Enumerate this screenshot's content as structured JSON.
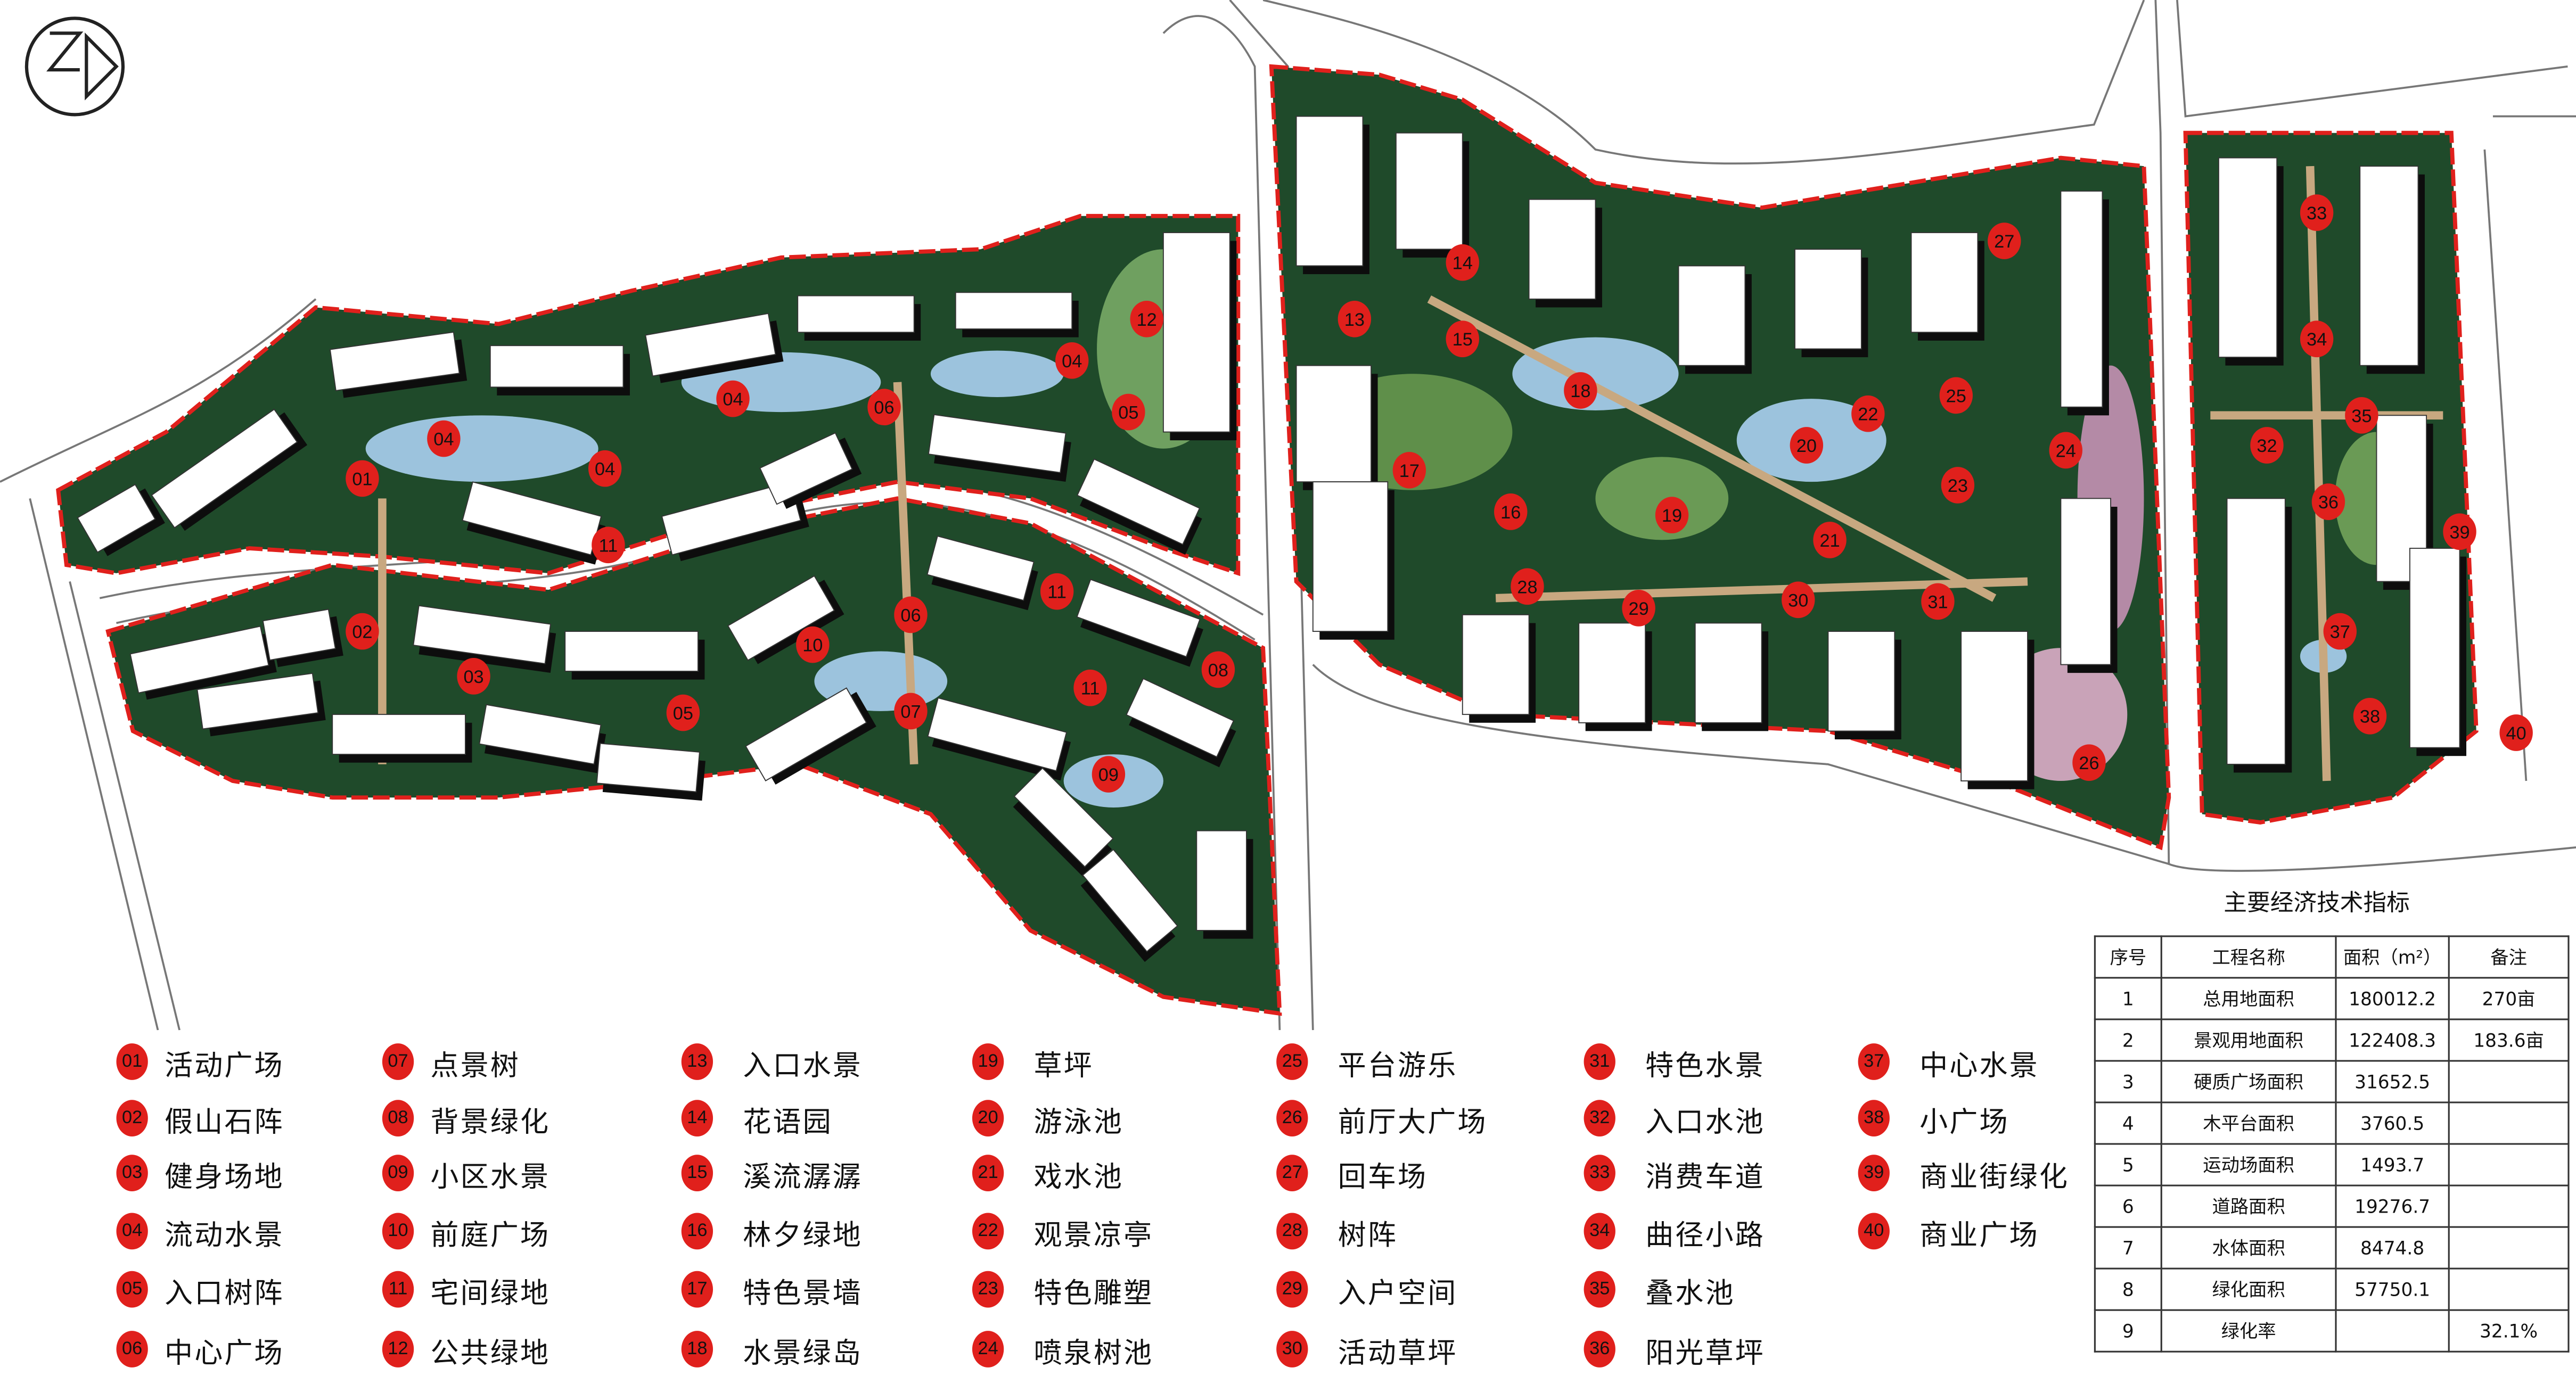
{
  "map": {
    "markers": [
      "01",
      "02",
      "03",
      "04",
      "04",
      "04",
      "04",
      "05",
      "05",
      "06",
      "06",
      "07",
      "08",
      "09",
      "10",
      "11",
      "11",
      "11",
      "12",
      "13",
      "14",
      "15",
      "16",
      "17",
      "18",
      "19",
      "20",
      "21",
      "22",
      "23",
      "24",
      "25",
      "26",
      "27",
      "28",
      "29",
      "30",
      "31",
      "32",
      "33",
      "34",
      "35",
      "36",
      "37",
      "38",
      "39",
      "40"
    ],
    "colors": {
      "marker": "#e0201c",
      "boundary": "#e0201c",
      "green": "#1f4a2a",
      "water": "#9cc3dd",
      "building": "#ffffff"
    }
  },
  "legend": [
    {
      "num": "01",
      "label": "活动广场"
    },
    {
      "num": "02",
      "label": "假山石阵"
    },
    {
      "num": "03",
      "label": "健身场地"
    },
    {
      "num": "04",
      "label": "流动水景"
    },
    {
      "num": "05",
      "label": "入口树阵"
    },
    {
      "num": "06",
      "label": "中心广场"
    },
    {
      "num": "07",
      "label": "点景树"
    },
    {
      "num": "08",
      "label": "背景绿化"
    },
    {
      "num": "09",
      "label": "小区水景"
    },
    {
      "num": "10",
      "label": "前庭广场"
    },
    {
      "num": "11",
      "label": "宅间绿地"
    },
    {
      "num": "12",
      "label": "公共绿地"
    },
    {
      "num": "13",
      "label": "入口水景"
    },
    {
      "num": "14",
      "label": "花语园"
    },
    {
      "num": "15",
      "label": "溪流潺潺"
    },
    {
      "num": "16",
      "label": "林夕绿地"
    },
    {
      "num": "17",
      "label": "特色景墙"
    },
    {
      "num": "18",
      "label": "水景绿岛"
    },
    {
      "num": "19",
      "label": "草坪"
    },
    {
      "num": "20",
      "label": "游泳池"
    },
    {
      "num": "21",
      "label": "戏水池"
    },
    {
      "num": "22",
      "label": "观景凉亭"
    },
    {
      "num": "23",
      "label": "特色雕塑"
    },
    {
      "num": "24",
      "label": "喷泉树池"
    },
    {
      "num": "25",
      "label": "平台游乐"
    },
    {
      "num": "26",
      "label": "前厅大广场"
    },
    {
      "num": "27",
      "label": "回车场"
    },
    {
      "num": "28",
      "label": "树阵"
    },
    {
      "num": "29",
      "label": "入户空间"
    },
    {
      "num": "30",
      "label": "活动草坪"
    },
    {
      "num": "31",
      "label": "特色水景"
    },
    {
      "num": "32",
      "label": "入口水池"
    },
    {
      "num": "33",
      "label": "消费车道"
    },
    {
      "num": "34",
      "label": "曲径小路"
    },
    {
      "num": "35",
      "label": "叠水池"
    },
    {
      "num": "36",
      "label": "阳光草坪"
    },
    {
      "num": "37",
      "label": "中心水景"
    },
    {
      "num": "38",
      "label": "小广场"
    },
    {
      "num": "39",
      "label": "商业街绿化"
    },
    {
      "num": "40",
      "label": "商业广场"
    }
  ],
  "table": {
    "title": "主要经济技术指标",
    "headers": [
      "序号",
      "工程名称",
      "面积（m²）",
      "备注"
    ],
    "rows": [
      [
        "1",
        "总用地面积",
        "180012.2",
        "270亩"
      ],
      [
        "2",
        "景观用地面积",
        "122408.3",
        "183.6亩"
      ],
      [
        "3",
        "硬质广场面积",
        "31652.5",
        ""
      ],
      [
        "4",
        "木平台面积",
        "3760.5",
        ""
      ],
      [
        "5",
        "运动场面积",
        "1493.7",
        ""
      ],
      [
        "6",
        "道路面积",
        "19276.7",
        ""
      ],
      [
        "7",
        "水体面积",
        "8474.8",
        ""
      ],
      [
        "8",
        "绿化面积",
        "57750.1",
        ""
      ],
      [
        "9",
        "绿化率",
        "",
        "32.1%"
      ]
    ]
  }
}
